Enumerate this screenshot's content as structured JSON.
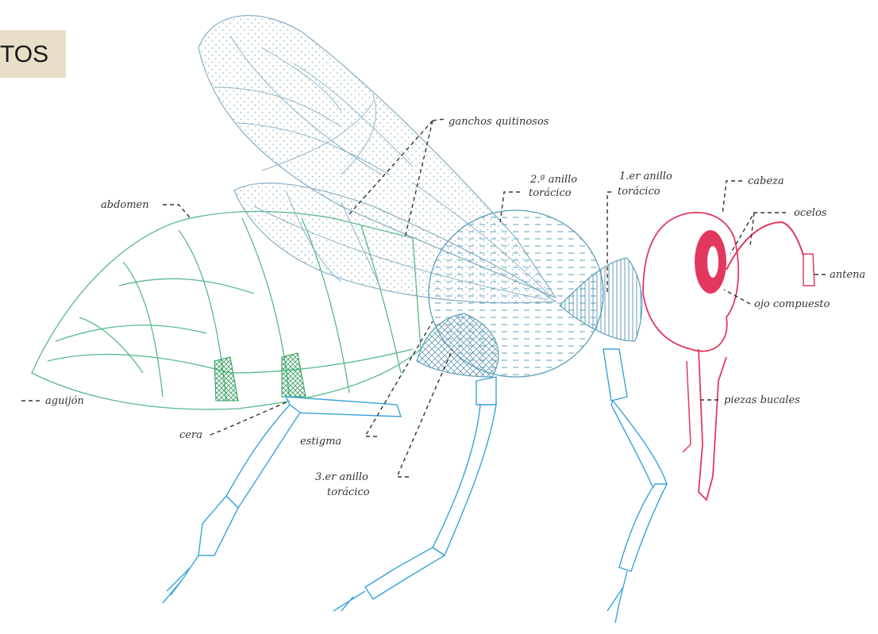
{
  "title": "TOS",
  "labels": {
    "ganchos": "ganchos quitinosos",
    "anillo2_a": "2.ª anillo",
    "anillo2_b": "torácico",
    "anillo1_a": "1.er anillo",
    "anillo1_b": "torácico",
    "cabeza": "cabeza",
    "ocelos": "ocelos",
    "antena": "antena",
    "ojo": "ojo compuesto",
    "piezas": "piezas bucales",
    "abdomen": "abdomen",
    "aguijon": "aguijón",
    "cera": "cera",
    "estigma": "estigma",
    "anillo3_a": "3.er anillo",
    "anillo3_b": "torácico"
  },
  "colors": {
    "abdomen": "#58b98a",
    "wing": "#8fb3c9",
    "thorax": "#5e9fb8",
    "legs": "#39a3dc",
    "head": "#e2385f",
    "leader": "#333333"
  }
}
